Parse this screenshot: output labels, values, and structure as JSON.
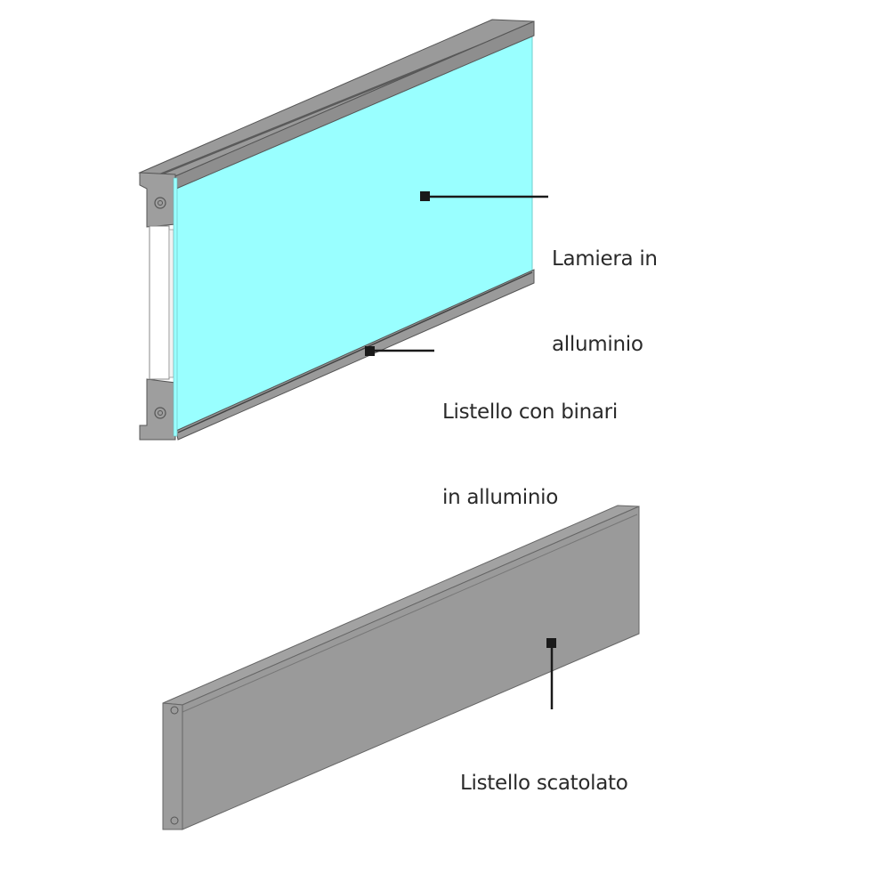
{
  "colors": {
    "aluminium_sheet": "#99FFFF",
    "profile_gray": "#9A9A9A",
    "profile_dark": "#7D7D7D",
    "outline": "#555555",
    "leader": "#1a1a1a",
    "background": "#FFFFFF"
  },
  "labels": {
    "lamiera_line1": "Lamiera in",
    "lamiera_line2": "alluminio",
    "listello_binari_line1": "Listello con binari",
    "listello_binari_line2": "in alluminio",
    "listello_scatolato": "Listello scatolato"
  },
  "components": [
    {
      "id": "lamiera",
      "name": "Lamiera in alluminio"
    },
    {
      "id": "listello-binari",
      "name": "Listello con binari in alluminio"
    },
    {
      "id": "listello-scatolato",
      "name": "Listello scatolato"
    }
  ]
}
